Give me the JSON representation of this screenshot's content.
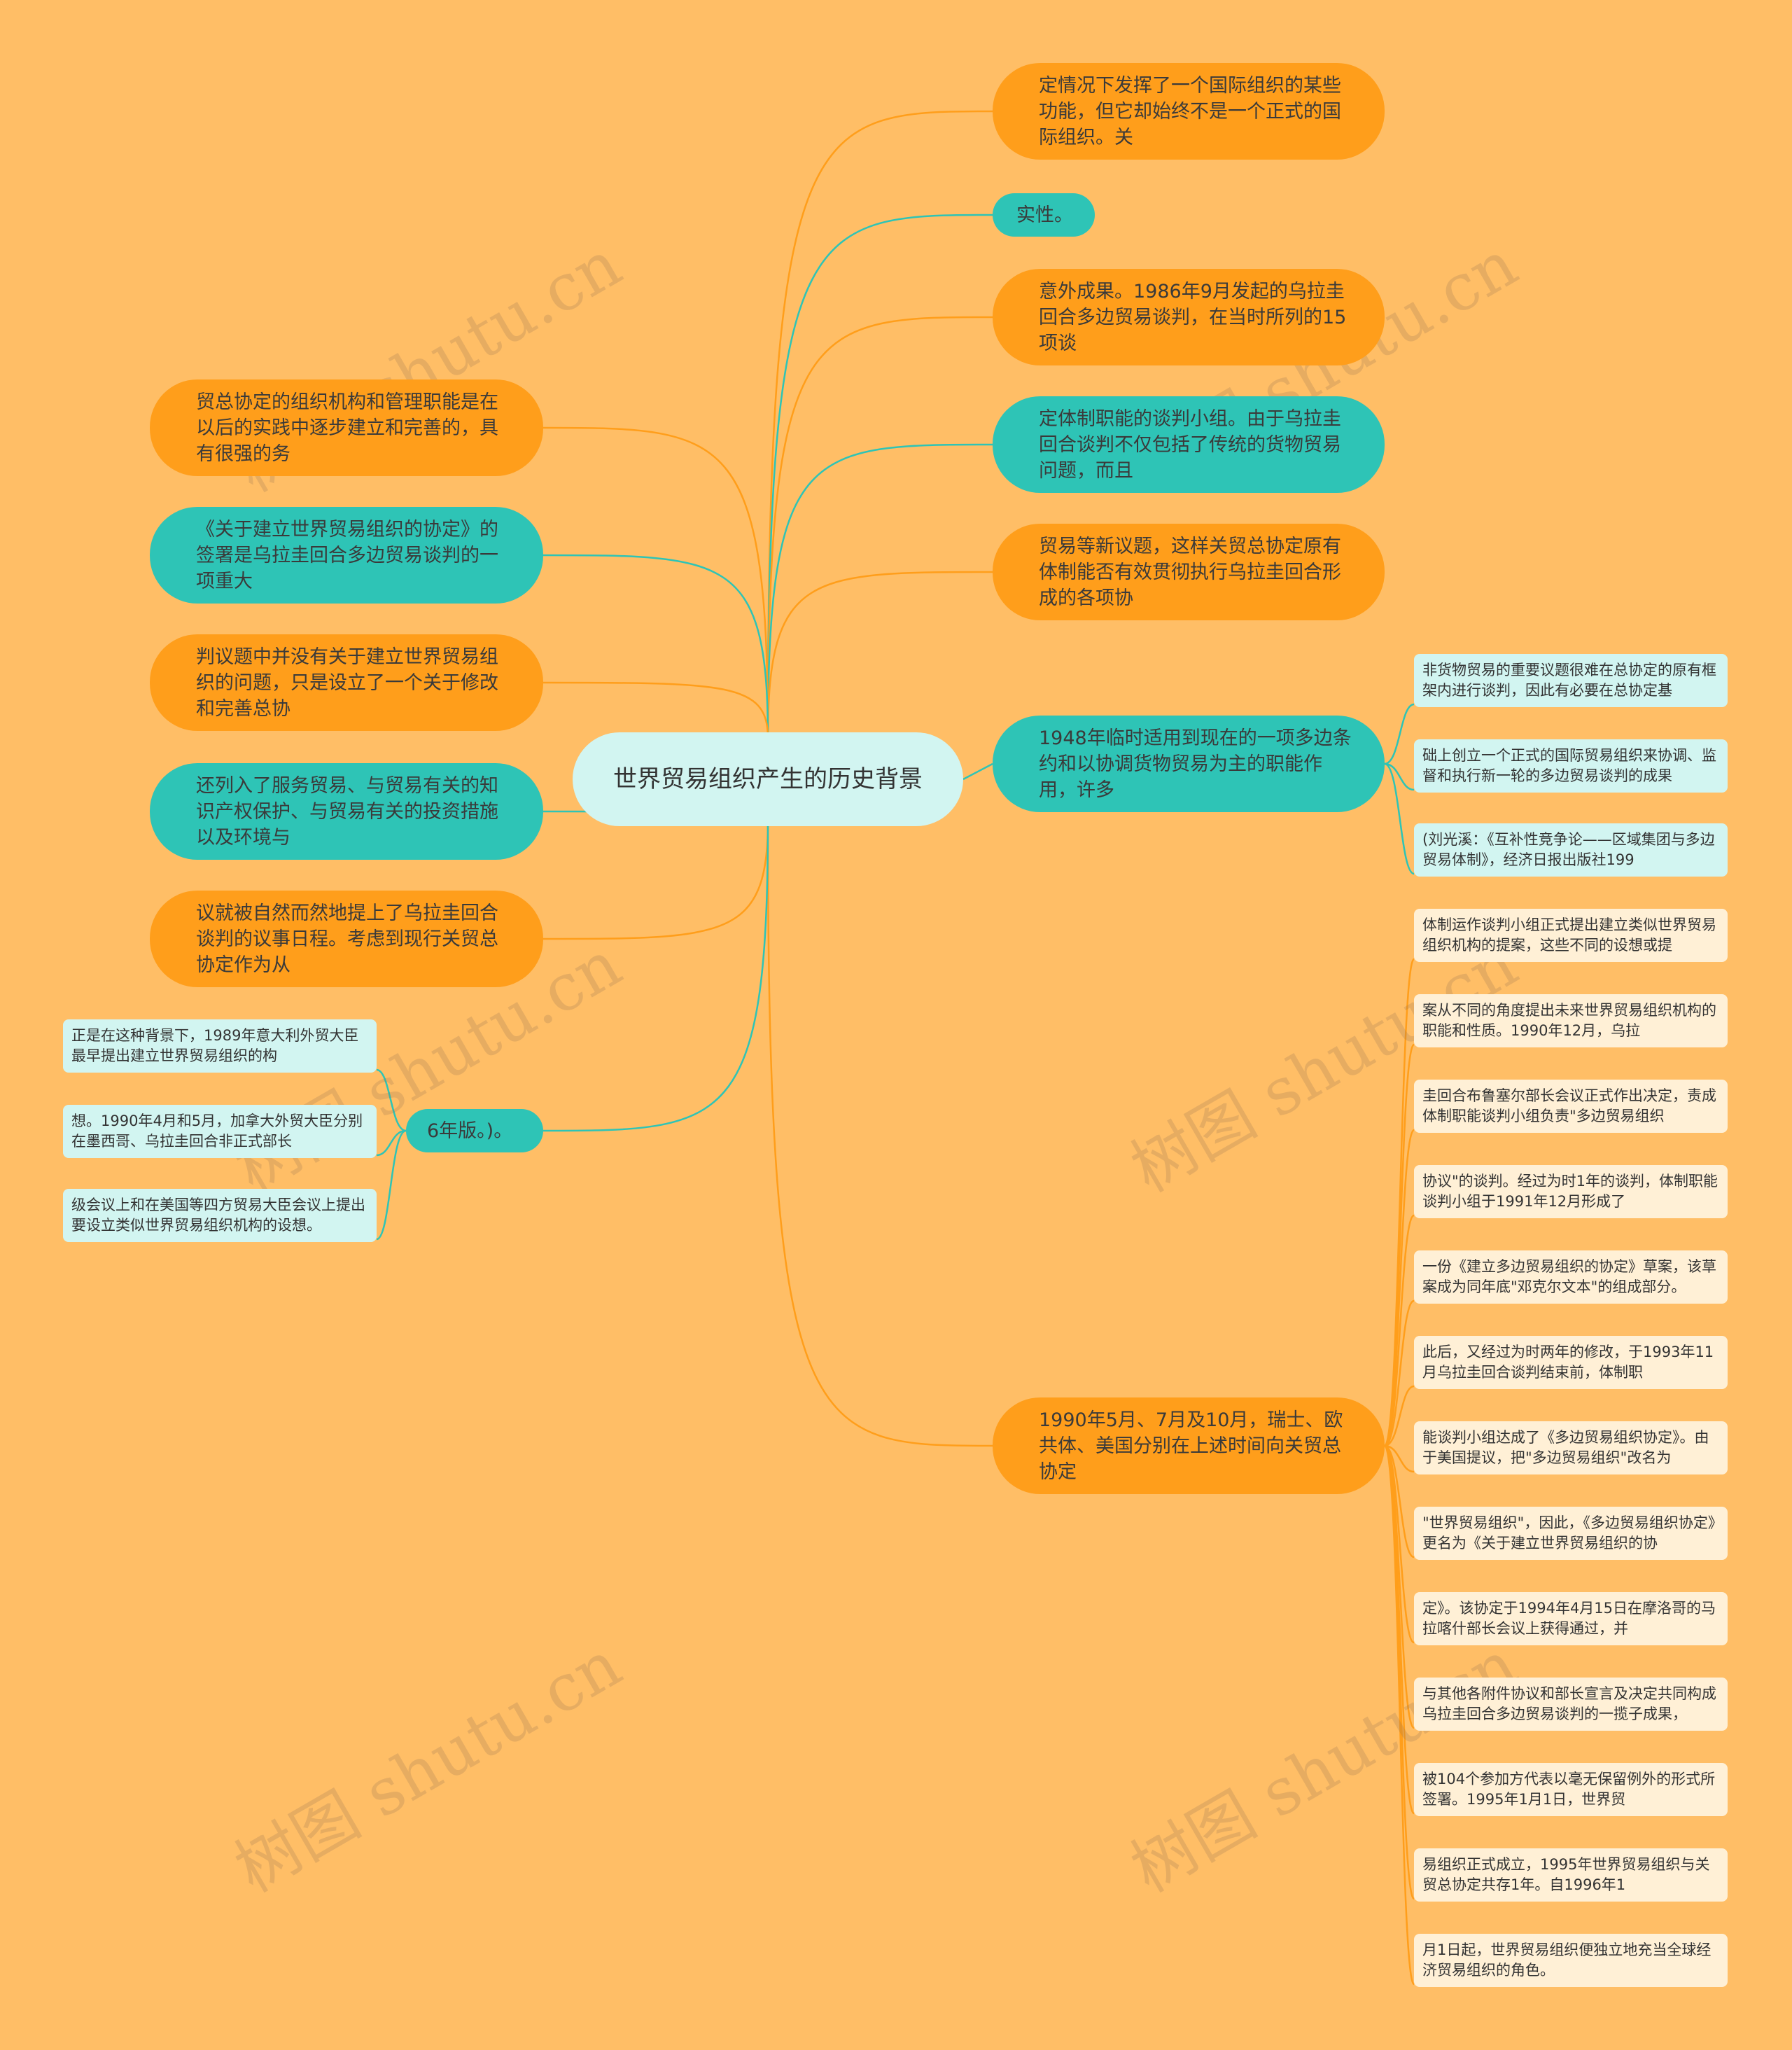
{
  "root": {
    "title": "世界贸易组织产生的历史背景"
  },
  "right_branches": [
    {
      "text": "定情况下发挥了一个国际组织的某些功能，但它却始终不是一个正式的国际组织。关"
    },
    {
      "text": "实性。"
    },
    {
      "text": "意外成果。1986年9月发起的乌拉圭回合多边贸易谈判，在当时所列的15项谈"
    },
    {
      "text": "定体制职能的谈判小组。由于乌拉圭回合谈判不仅包括了传统的货物贸易问题，而且"
    },
    {
      "text": "贸易等新议题，这样关贸总协定原有体制能否有效贯彻执行乌拉圭回合形成的各项协"
    },
    {
      "text": "1948年临时适用到现在的一项多边条约和以协调货物贸易为主的职能作用，许多"
    },
    {
      "text": "1990年5月、7月及10月，瑞士、欧共体、美国分别在上述时间向关贸总协定"
    }
  ],
  "left_branches": [
    {
      "text": "贸总协定的组织机构和管理职能是在以后的实践中逐步建立和完善的，具有很强的务"
    },
    {
      "text": "《关于建立世界贸易组织的协定》的签署是乌拉圭回合多边贸易谈判的一项重大"
    },
    {
      "text": "判议题中并没有关于建立世界贸易组织的问题，只是设立了一个关于修改和完善总协"
    },
    {
      "text": "还列入了服务贸易、与贸易有关的知识产权保护、与贸易有关的投资措施以及环境与"
    },
    {
      "text": "议就被自然而然地提上了乌拉圭回合谈判的议事日程。考虑到现行关贸总协定作为从"
    },
    {
      "text": "6年版。)。"
    }
  ],
  "leaves_1948": [
    {
      "text": "非货物贸易的重要议题很难在总协定的原有框架内进行谈判，因此有必要在总协定基"
    },
    {
      "text": "础上创立一个正式的国际贸易组织来协调、监督和执行新一轮的多边贸易谈判的成果"
    },
    {
      "text": "(刘光溪：《互补性竞争论——区域集团与多边贸易体制》，经济日报出版社199"
    }
  ],
  "leaves_1990": [
    {
      "text": "体制运作谈判小组正式提出建立类似世界贸易组织机构的提案，这些不同的设想或提"
    },
    {
      "text": "案从不同的角度提出未来世界贸易组织机构的职能和性质。1990年12月，乌拉"
    },
    {
      "text": "圭回合布鲁塞尔部长会议正式作出决定，责成体制职能谈判小组负责\"多边贸易组织"
    },
    {
      "text": "协议\"的谈判。经过为时1年的谈判，体制职能谈判小组于1991年12月形成了"
    },
    {
      "text": "一份《建立多边贸易组织的协定》草案，该草案成为同年底\"邓克尔文本\"的组成部分。"
    },
    {
      "text": "此后，又经过为时两年的修改，于1993年11月乌拉圭回合谈判结束前，体制职"
    },
    {
      "text": "能谈判小组达成了《多边贸易组织协定》。由于美国提议，把\"多边贸易组织\"改名为"
    },
    {
      "text": "\"世界贸易组织\"，因此，《多边贸易组织协定》更名为《关于建立世界贸易组织的协"
    },
    {
      "text": "定》。该协定于1994年4月15日在摩洛哥的马拉喀什部长会议上获得通过，并"
    },
    {
      "text": "与其他各附件协议和部长宣言及决定共同构成乌拉圭回合多边贸易谈判的一揽子成果，"
    },
    {
      "text": "被104个参加方代表以毫无保留例外的形式所签署。1995年1月1日，世界贸"
    },
    {
      "text": "易组织正式成立，1995年世界贸易组织与关贸总协定共存1年。自1996年1"
    },
    {
      "text": "月1日起，世界贸易组织便独立地充当全球经济贸易组织的角色。"
    }
  ],
  "leaves_6year": [
    {
      "text": "正是在这种背景下，1989年意大利外贸大臣最早提出建立世界贸易组织的构"
    },
    {
      "text": "想。1990年4月和5月，加拿大外贸大臣分别在墨西哥、乌拉圭回合非正式部长"
    },
    {
      "text": "级会议上和在美国等四方贸易大臣会议上提出要设立类似世界贸易组织机构的设想。"
    }
  ],
  "watermark": "树图 shutu.cn",
  "colors": {
    "background": "#FFBE66",
    "orange": "#FF9E1B",
    "teal": "#2EC4B6",
    "root": "#D2F5F1",
    "leaf": "#FFF0D6",
    "leaf_cyan": "#D2F5F1"
  }
}
